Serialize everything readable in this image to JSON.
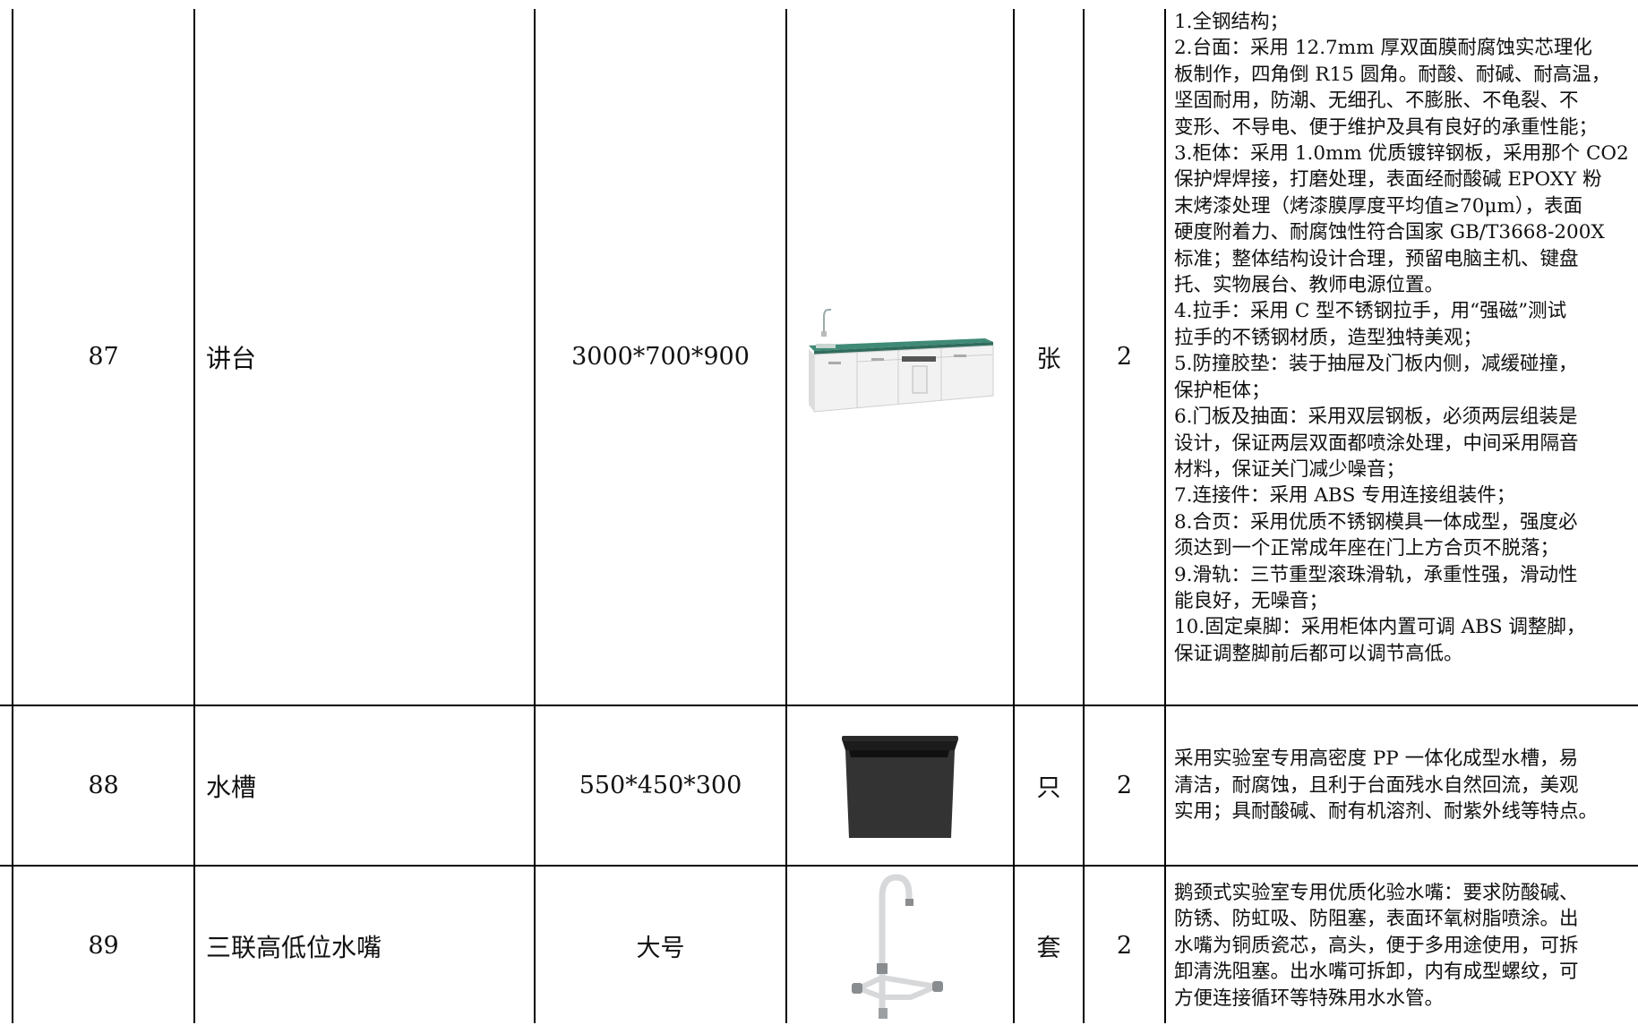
{
  "rows": [
    {
      "no": "87",
      "name": "讲台",
      "spec": "3000*700*900",
      "image": "lab-lectern-with-sink",
      "unit": "张",
      "qty": "2",
      "desc_lines": [
        "1.全钢结构；",
        "2.台面：采用 12.7mm 厚双面膜耐腐蚀实芯理化",
        "板制作，四角倒 R15 圆角。耐酸、耐碱、耐高温，",
        "坚固耐用，防潮、无细孔、不膨胀、不龟裂、不",
        "变形、不导电、便于维护及具有良好的承重性能；",
        "3.柜体：采用 1.0mm 优质镀锌钢板，采用那个 CO2",
        "保护焊焊接，打磨处理，表面经耐酸碱 EPOXY 粉",
        "末烤漆处理（烤漆膜厚度平均值≥70μm），表面",
        "硬度附着力、耐腐蚀性符合国家 GB/T3668-200X",
        "标准；整体结构设计合理，预留电脑主机、键盘",
        "托、实物展台、教师电源位置。",
        "4.拉手：采用 C 型不锈钢拉手，用“强磁”测试",
        "拉手的不锈钢材质，造型独特美观；",
        "5.防撞胶垫：装于抽屉及门板内侧，减缓碰撞，",
        "保护柜体；",
        "6.门板及抽面：采用双层钢板，必须两层组装是",
        "设计，保证两层双面都喷涂处理，中间采用隔音",
        "材料，保证关门减少噪音；",
        "7.连接件：采用 ABS 专用连接组装件；",
        "8.合页：采用优质不锈钢模具一体成型，强度必",
        "须达到一个正常成年座在门上方合页不脱落；",
        "9.滑轨：三节重型滚珠滑轨，承重性强，滑动性",
        "能良好，无噪音；",
        "10.固定桌脚：采用柜体内置可调 ABS 调整脚，",
        "保证调整脚前后都可以调节高低。"
      ]
    },
    {
      "no": "88",
      "name": "水槽",
      "spec": "550*450*300",
      "image": "black-pp-sink",
      "unit": "只",
      "qty": "2",
      "desc_lines": [
        "采用实验室专用高密度 PP 一体化成型水槽，易",
        "清洁，耐腐蚀，且利于台面残水自然回流，美观",
        "实用；具耐酸碱、耐有机溶剂、耐紫外线等特点。"
      ]
    },
    {
      "no": "89",
      "name": "三联高低位水嘴",
      "spec": "大号",
      "image": "gooseneck-triple-faucet",
      "unit": "套",
      "qty": "2",
      "desc_lines": [
        "鹅颈式实验室专用优质化验水嘴：要求防酸碱、",
        "防锈、防虹吸、防阻塞，表面环氧树脂喷涂。出",
        "水嘴为铜质瓷芯，高头，便于多用途使用，可拆",
        "卸清洗阻塞。出水嘴可拆卸，内有成型螺纹，可",
        "方便连接循环等特殊用水水管。"
      ]
    }
  ]
}
